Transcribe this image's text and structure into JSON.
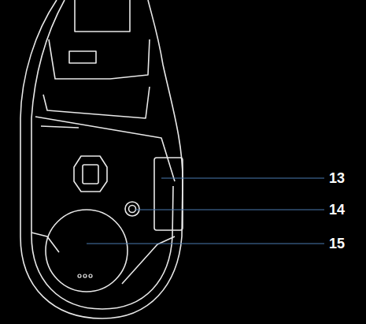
{
  "diagram": {
    "labels": [
      "13",
      "14",
      "15"
    ]
  }
}
